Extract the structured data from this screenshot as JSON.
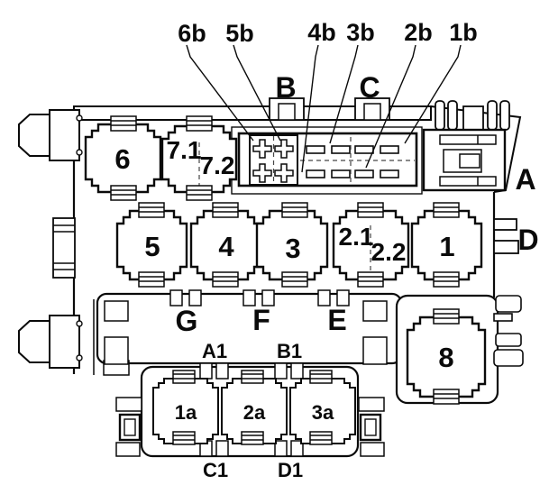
{
  "diagram": {
    "description": "Fuse and relay box layout diagram",
    "colors": {
      "line": "#0a0a0a",
      "background": "#ffffff",
      "dash": "#444444"
    }
  },
  "callouts": {
    "c6b": "6b",
    "c5b": "5b",
    "c4b": "4b",
    "c3b": "3b",
    "c2b": "2b",
    "c1b": "1b"
  },
  "connectors": {
    "b": "B",
    "c": "C",
    "a": "A",
    "d": "D",
    "g": "G",
    "f": "F",
    "e": "E",
    "a1": "A1",
    "b1": "B1",
    "c1": "C1",
    "d1": "D1"
  },
  "relays": {
    "r6": "6",
    "r7_1": "7.1",
    "r7_2": "7.2",
    "r5": "5",
    "r4": "4",
    "r3": "3",
    "r2_1": "2.1",
    "r2_2": "2.2",
    "r1": "1",
    "r8": "8"
  },
  "micro_relays": {
    "m1": "1a",
    "m2": "2a",
    "m3": "3a"
  }
}
